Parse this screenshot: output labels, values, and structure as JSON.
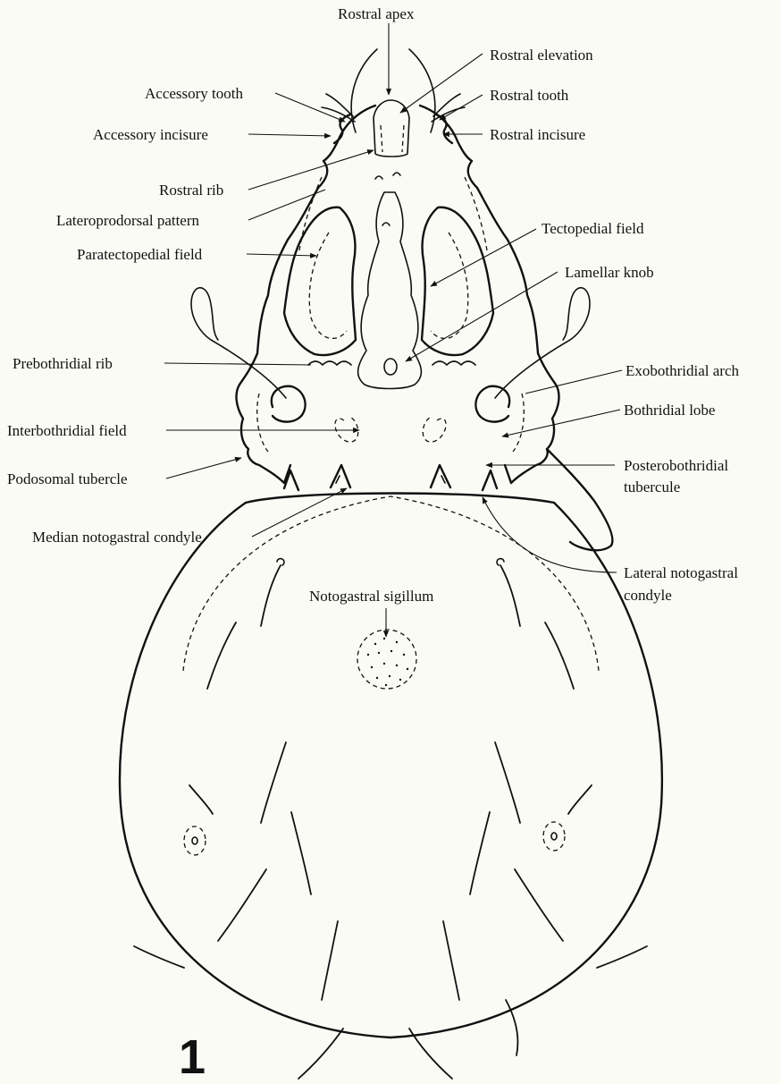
{
  "figure_number": "1",
  "labels": {
    "rostral_apex": "Rostral apex",
    "rostral_elevation": "Rostral elevation",
    "accessory_tooth": "Accessory tooth",
    "rostral_tooth": "Rostral tooth",
    "accessory_incisure": "Accessory incisure",
    "rostral_incisure": "Rostral incisure",
    "rostral_rib": "Rostral rib",
    "lateroprodorsal_pattern": "Lateroprodorsal pattern",
    "tectopedial_field": "Tectopedial field",
    "paratectopedial_field": "Paratectopedial field",
    "lamellar_knob": "Lamellar knob",
    "prebothridial_rib": "Prebothridial rib",
    "exobothridial_arch": "Exobothridial arch",
    "bothridial_lobe": "Bothridial lobe",
    "interbothridial_field": "Interbothridial field",
    "podosomal_tubercle": "Podosomal tubercle",
    "posterobothridial_tubercule_1": "Posterobothridial",
    "posterobothridial_tubercule_2": "tubercule",
    "median_notogastral_condyle": "Median notogastral condyle",
    "lateral_notogastral_condyle_1": "Lateral notogastral",
    "lateral_notogastral_condyle_2": "condyle",
    "notogastral_sigillum": "Notogastral sigillum"
  }
}
